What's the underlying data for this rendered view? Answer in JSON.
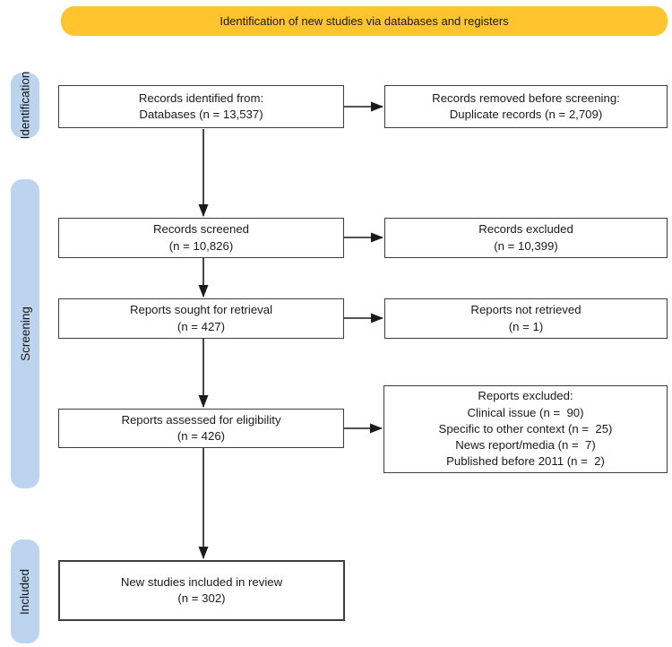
{
  "colors": {
    "banner_bg": "#FFC42E",
    "stage_bg": "#BDD4EE",
    "box_border": "#3d3d3d",
    "arrow": "#1a1a1a"
  },
  "banner": {
    "label": "Identification of new studies via databases and registers"
  },
  "stages": [
    {
      "label": "Identification"
    },
    {
      "label": "Screening"
    },
    {
      "label": "Included"
    }
  ],
  "boxes": {
    "records_identified": "Records identified from:\nDatabases (n = 13,537)",
    "records_removed": "Records removed before screening:\nDuplicate records (n = 2,709)",
    "records_screened": "Records screened\n(n = 10,826)",
    "records_excluded": "Records excluded\n(n = 10,399)",
    "reports_sought": "Reports sought for retrieval\n(n = 427)",
    "reports_not_retrieved": "Reports not retrieved\n(n = 1)",
    "reports_assessed": "Reports assessed for eligibility\n(n = 426)",
    "reports_excluded": "Reports excluded:\nClinical issue (n =  90)\nSpecific to other context (n =  25)\nNews report/media (n =  7)\nPublished before 2011 (n =  2)",
    "new_studies_included": "New studies included in review\n(n = 302)"
  }
}
